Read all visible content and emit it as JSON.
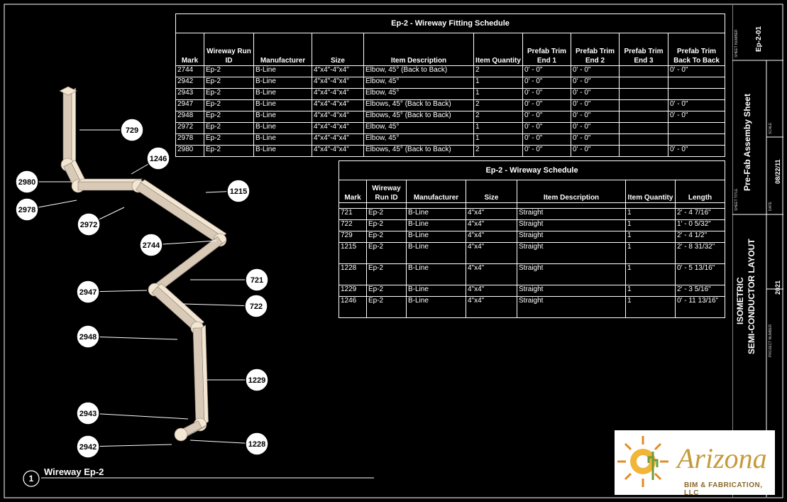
{
  "fitting_schedule": {
    "title": "Ep-2 - Wireway Fitting Schedule",
    "headers": [
      "Mark",
      "Wireway Run ID",
      "Manufacturer",
      "Size",
      "Item Description",
      "Item Quantity",
      "Prefab Trim End 1",
      "Prefab Trim End 2",
      "Prefab Trim End 3",
      "Prefab Trim Back To Back"
    ],
    "rows": [
      [
        "2744",
        "Ep-2",
        "B-Line",
        "4\"x4\"-4\"x4\"",
        "Elbow, 45° (Back to Back)",
        "2",
        "0' - 0\"",
        "0' - 0\"",
        "",
        "0' - 0\""
      ],
      [
        "2942",
        "Ep-2",
        "B-Line",
        "4\"x4\"-4\"x4\"",
        "Elbow, 45°",
        "1",
        "0' - 0\"",
        "0' - 0\"",
        "",
        ""
      ],
      [
        "2943",
        "Ep-2",
        "B-Line",
        "4\"x4\"-4\"x4\"",
        "Elbow, 45°",
        "1",
        "0' - 0\"",
        "0' - 0\"",
        "",
        ""
      ],
      [
        "2947",
        "Ep-2",
        "B-Line",
        "4\"x4\"-4\"x4\"",
        "Elbows, 45° (Back to Back)",
        "2",
        "0' - 0\"",
        "0' - 0\"",
        "",
        "0' - 0\""
      ],
      [
        "2948",
        "Ep-2",
        "B-Line",
        "4\"x4\"-4\"x4\"",
        "Elbows, 45° (Back to Back)",
        "2",
        "0' - 0\"",
        "0' - 0\"",
        "",
        "0' - 0\""
      ],
      [
        "2972",
        "Ep-2",
        "B-Line",
        "4\"x4\"-4\"x4\"",
        "Elbow, 45°",
        "1",
        "0' - 0\"",
        "0' - 0\"",
        "",
        ""
      ],
      [
        "2978",
        "Ep-2",
        "B-Line",
        "4\"x4\"-4\"x4\"",
        "Elbow, 45°",
        "1",
        "0' - 0\"",
        "0' - 0\"",
        "",
        ""
      ],
      [
        "2980",
        "Ep-2",
        "B-Line",
        "4\"x4\"-4\"x4\"",
        "Elbows, 45° (Back to Back)",
        "2",
        "0' - 0\"",
        "0' - 0\"",
        "",
        "0' - 0\""
      ]
    ]
  },
  "wireway_schedule": {
    "title": "Ep-2 - Wireway Schedule",
    "headers": [
      "Mark",
      "Wireway Run ID",
      "Manufacturer",
      "Size",
      "Item Description",
      "Item Quantity",
      "Length"
    ],
    "rows": [
      [
        "721",
        "Ep-2",
        "B-Line",
        "4\"x4\"",
        "Straight",
        "1",
        "2' - 4 7/16\""
      ],
      [
        "722",
        "Ep-2",
        "B-Line",
        "4\"x4\"",
        "Straight",
        "1",
        "1' - 0 5/32\""
      ],
      [
        "729",
        "Ep-2",
        "B-Line",
        "4\"x4\"",
        "Straight",
        "1",
        "2' - 4 1/2\""
      ],
      [
        "1215",
        "Ep-2",
        "B-Line",
        "4\"x4\"",
        "Straight",
        "1",
        "2' - 8 31/32\""
      ],
      [
        "1228",
        "Ep-2",
        "B-Line",
        "4\"x4\"",
        "Straight",
        "1",
        "0' - 5 13/16\""
      ],
      [
        "1229",
        "Ep-2",
        "B-Line",
        "4\"x4\"",
        "Straight",
        "1",
        "2' - 3 5/16\""
      ],
      [
        "1246",
        "Ep-2",
        "B-Line",
        "4\"x4\"",
        "Straight",
        "1",
        "0' - 11 13/16\""
      ]
    ]
  },
  "tags": [
    "729",
    "1246",
    "2980",
    "2978",
    "1215",
    "2972",
    "2744",
    "721",
    "2947",
    "722",
    "2948",
    "1229",
    "2943",
    "1228",
    "2942"
  ],
  "view": {
    "number": "1",
    "title": "Wireway Ep-2"
  },
  "title_block": {
    "sheet_number_label": "SHEET NUMBER",
    "sheet_number": "Ep-2-01",
    "sheet_title_label": "SHEET TITLE",
    "sheet_title": "Pre-Fab Assemby Sheet",
    "scale_label": "SCALE",
    "date_label": "DATE",
    "date": "08/22/11",
    "project_title_1": "ISOMETRIC",
    "project_title_2": "SEMI-CONDUCTOR LAYOUT",
    "project_number_label": "PROJECT NUMBER",
    "project_number": "2021"
  },
  "logo": {
    "name": "Arizona",
    "tagline": "BIM & FABRICATION, LLC"
  },
  "colors": {
    "background": "#000000",
    "lines": "#ffffff",
    "duct_light": "#f3e6d3",
    "duct_mid": "#d8cab7",
    "duct_dark": "#b6a894",
    "logo_gold": "#c59a3a"
  }
}
